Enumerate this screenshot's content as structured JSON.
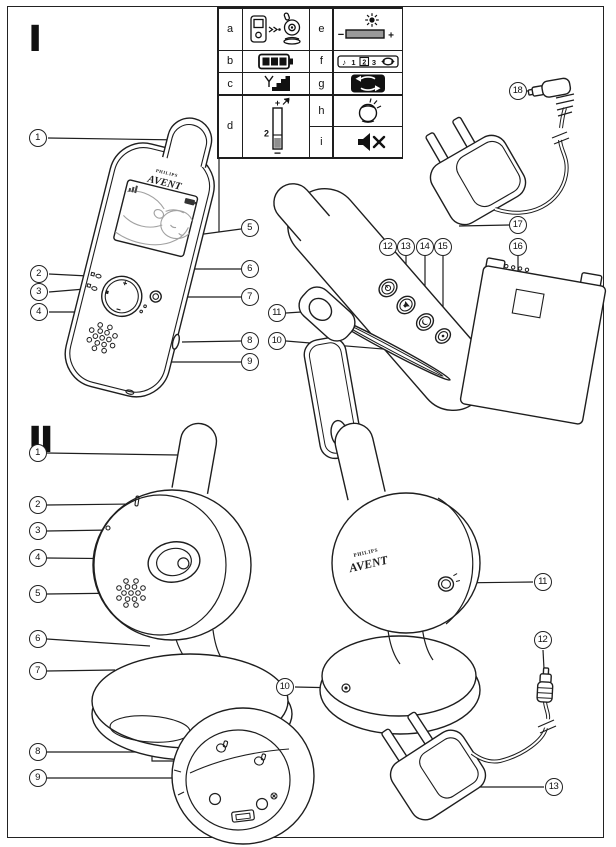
{
  "page": {
    "background": "#ffffff",
    "line_color": "#1e1e1e"
  },
  "sections": {
    "one_label": "I",
    "two_label": "II"
  },
  "brand": {
    "philips": "PHILIPS",
    "avent": "AVENT"
  },
  "legend": {
    "letters": [
      "a",
      "b",
      "c",
      "d",
      "e",
      "f",
      "g",
      "h",
      "i"
    ],
    "icons": [
      "unit-to-camera-link-icon",
      "battery-status-icon",
      "signal-strength-icon",
      "volume-level-gauge-icon",
      "brightness-control-icon",
      "lullaby-selector-icon",
      "repeat-icon",
      "night-light-icon",
      "mute-icon"
    ],
    "gauge": {
      "plus": "+",
      "level": "2",
      "minus": "−"
    },
    "brightness": {
      "minus": "−",
      "plus": "+"
    },
    "lullaby": {
      "note": "♪",
      "one": "1",
      "two": "2",
      "three": "3"
    }
  },
  "callouts": {
    "section1": [
      "1",
      "2",
      "3",
      "4",
      "5",
      "6",
      "7",
      "8",
      "9",
      "10",
      "11",
      "12",
      "13",
      "14",
      "15",
      "16",
      "17",
      "18"
    ],
    "section2": [
      "1",
      "2",
      "3",
      "4",
      "5",
      "6",
      "7",
      "8",
      "9",
      "10",
      "11",
      "12",
      "13"
    ]
  }
}
